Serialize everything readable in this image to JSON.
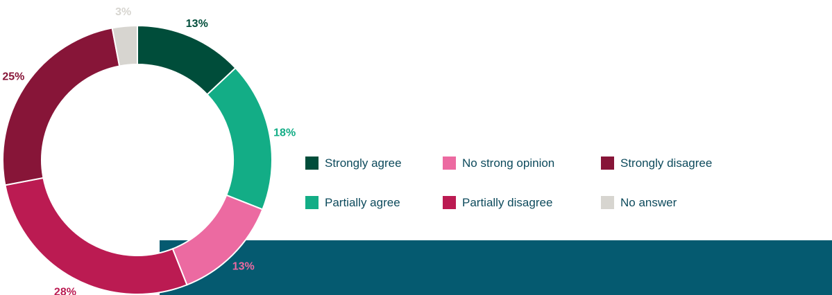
{
  "chart_data": {
    "type": "pie",
    "donut": true,
    "slices": [
      {
        "label": "Strongly agree",
        "value": 13,
        "display": "13%",
        "color": "#004d3a"
      },
      {
        "label": "Partially agree",
        "value": 18,
        "display": "18%",
        "color": "#13ad86"
      },
      {
        "label": "No strong opinion",
        "value": 13,
        "display": "13%",
        "color": "#ec6aa1"
      },
      {
        "label": "Partially disagree",
        "value": 28,
        "display": "28%",
        "color": "#bb1b52"
      },
      {
        "label": "Strongly disagree",
        "value": 25,
        "display": "25%",
        "color": "#871538"
      },
      {
        "label": "No answer",
        "value": 3,
        "display": "3%",
        "color": "#d7d5d0"
      }
    ],
    "legend_placement": "right",
    "legend_order": [
      0,
      2,
      4,
      1,
      3,
      5
    ]
  },
  "colors": {
    "background_band": "#055a70",
    "legend_text": "#0d4a5c"
  }
}
